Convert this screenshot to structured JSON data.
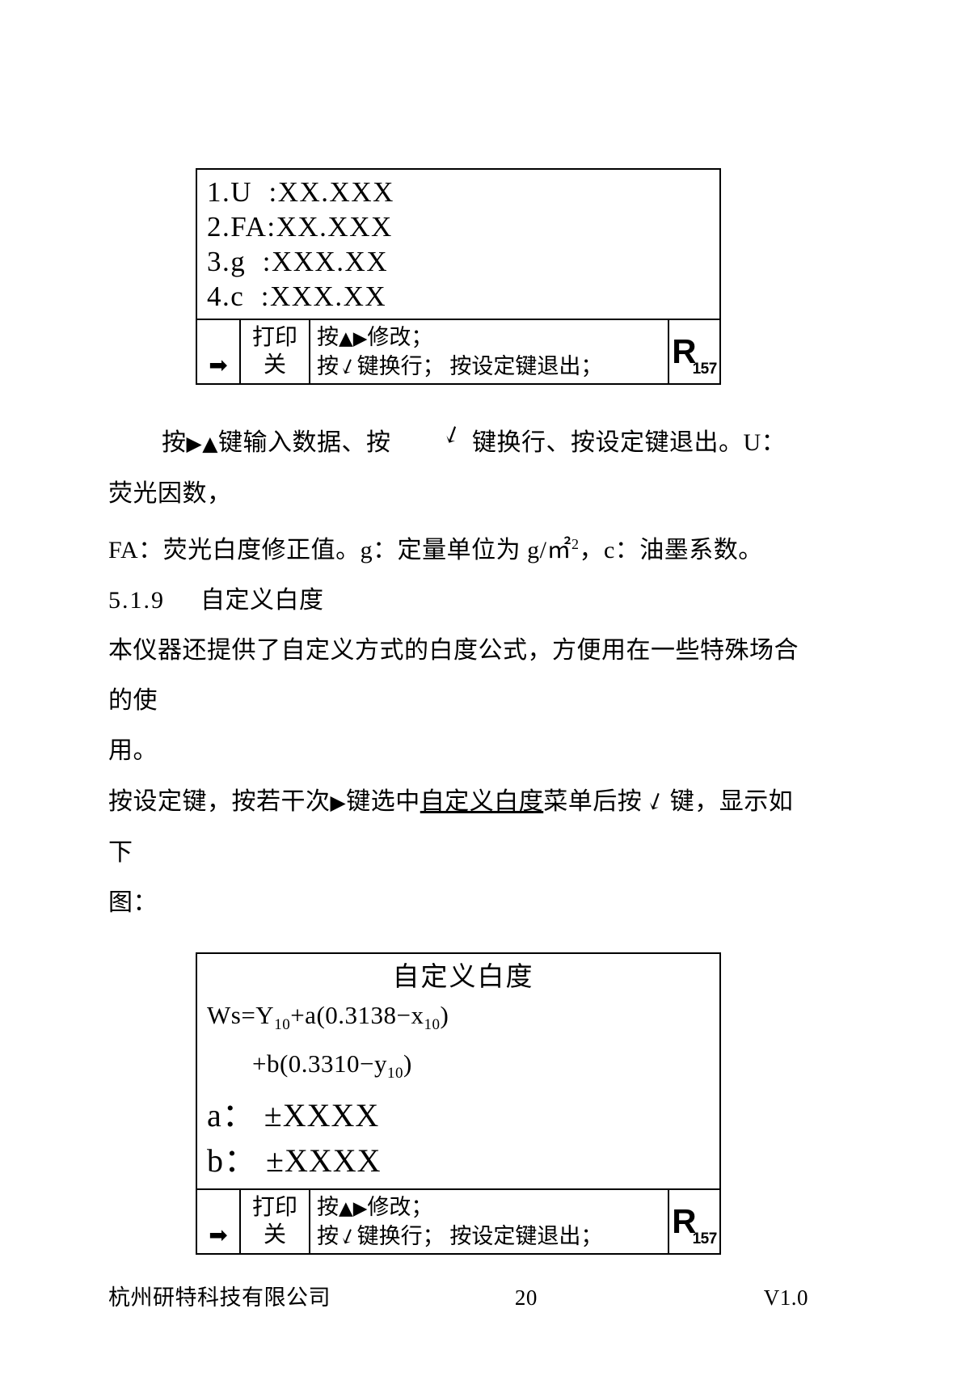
{
  "document": {
    "page_number": "20",
    "footer_company": "杭州研特科技有限公司",
    "footer_version": "V1.0"
  },
  "lcd_screen_1": {
    "name": "parameter-setting-screen",
    "lines": [
      "1.U  :XX.XXX",
      "2.FA:XX.XXX",
      "3.g  :XXX.XX",
      "4.c  :XXX.XX"
    ],
    "footer": {
      "arrow_icon": "➡",
      "print_label_line1": "打印",
      "print_label_line2": "关",
      "hint_line1_prefix": "按",
      "hint_line1_up": "▲",
      "hint_line1_right": "▶",
      "hint_line1_suffix": "修改；",
      "hint_line2_prefix": "按",
      "hint_line2_slash": "↙",
      "hint_line2_suffix": "键换行； 按设定键退出；",
      "logo_letter": "R",
      "logo_sub": "157"
    }
  },
  "body": {
    "para1": {
      "seg1": "按",
      "right_tri": "▶",
      "up_tri": "▲",
      "seg2": "键输入数据、按",
      "slash": "↙",
      "seg3": "键换行、按设定键退出。U：荧光因数，",
      "line2": "FA：荧光白度修正值。g：定量单位为 g/㎡",
      "line2_sup": "2",
      "line2_tail": "，c：油墨系数。"
    },
    "heading": {
      "number": "5.1.9",
      "title": "自定义白度"
    },
    "para2_line1": "本仪器还提供了自定义方式的白度公式，方便用在一些特殊场合的使",
    "para2_line2": "用。",
    "para3": {
      "seg1": "按设定键，按若干次",
      "right_tri": "▶",
      "seg2": "键选中",
      "underlined": "自定义白度",
      "seg3": "菜单后按",
      "slash": "↙",
      "seg4": "键，显示如下",
      "line2": "图："
    }
  },
  "lcd_screen_2": {
    "name": "custom-whiteness-screen",
    "title": "自定义白度",
    "formula_line1_a": "Ws=Y",
    "formula_line1_sub1": "10",
    "formula_line1_b": "+a(0.3138−x",
    "formula_line1_sub2": "10",
    "formula_line1_c": ")",
    "formula_line2_a": "+b(0.3310−y",
    "formula_line2_sub1": "10",
    "formula_line2_b": ")",
    "param_a": "a： ±XXXX",
    "param_b": "b： ±XXXX",
    "footer": {
      "arrow_icon": "➡",
      "print_label_line1": "打印",
      "print_label_line2": "关",
      "hint_line1_prefix": "按",
      "hint_line1_up": "▲",
      "hint_line1_right": "▶",
      "hint_line1_suffix": "修改；",
      "hint_line2_prefix": "按",
      "hint_line2_slash": "↙",
      "hint_line2_suffix": "键换行； 按设定键退出；",
      "logo_letter": "R",
      "logo_sub": "157"
    }
  }
}
